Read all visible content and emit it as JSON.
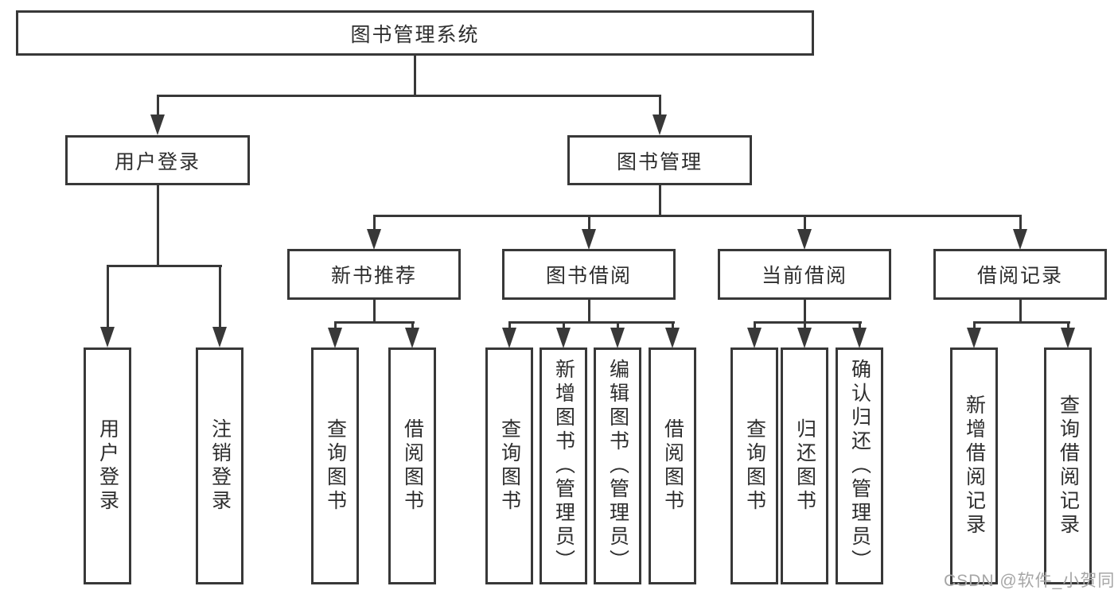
{
  "diagram": {
    "root": {
      "label": "图书管理系统"
    },
    "level2": [
      {
        "label": "用户登录",
        "children": [
          {
            "label": "用户登录"
          },
          {
            "label": "注销登录"
          }
        ]
      },
      {
        "label": "图书管理",
        "children": [
          {
            "label": "新书推荐",
            "children": [
              {
                "label": "查询图书"
              },
              {
                "label": "借阅图书"
              }
            ]
          },
          {
            "label": "图书借阅",
            "children": [
              {
                "label": "查询图书"
              },
              {
                "label": "新增图书（管理员）"
              },
              {
                "label": "编辑图书（管理员）"
              },
              {
                "label": "借阅图书"
              }
            ]
          },
          {
            "label": "当前借阅",
            "children": [
              {
                "label": "查询图书"
              },
              {
                "label": "归还图书"
              },
              {
                "label": "确认归还（管理员）"
              }
            ]
          },
          {
            "label": "借阅记录",
            "children": [
              {
                "label": "新增借阅记录"
              },
              {
                "label": "查询借阅记录"
              }
            ]
          }
        ]
      }
    ],
    "watermark": "CSDN @软件_小贺同学",
    "colors": {
      "line": "#383838",
      "text": "#2e2e2e",
      "background": "#ffffff",
      "watermark": "#a6a6a6"
    }
  }
}
